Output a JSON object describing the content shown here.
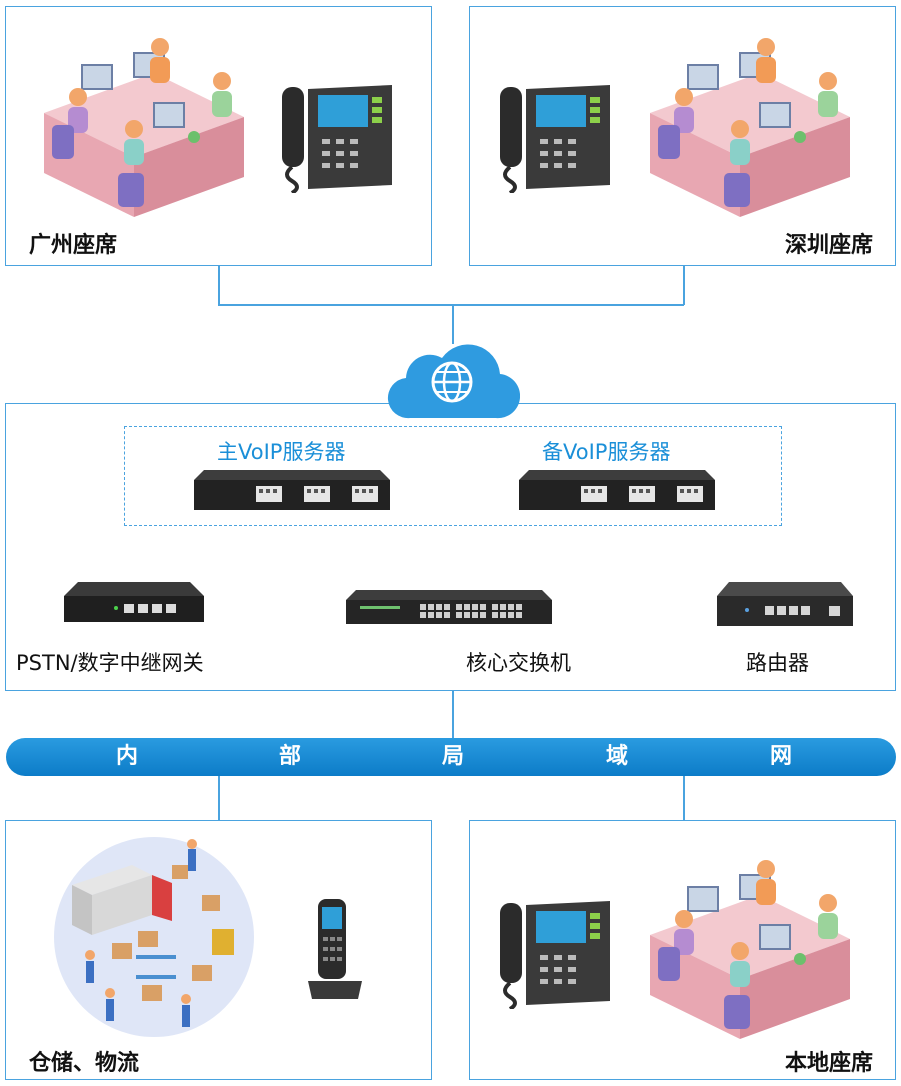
{
  "sites": {
    "guangzhou": "广州座席",
    "shenzhen": "深圳座席",
    "warehouse": "仓储、物流",
    "local": "本地座席"
  },
  "servers": {
    "primary": "主VoIP服务器",
    "backup": "备VoIP服务器"
  },
  "devices": {
    "gateway": "PSTN/数字中继网关",
    "core_switch": "核心交换机",
    "router": "路由器"
  },
  "lan": {
    "chars": [
      "内",
      "部",
      "局",
      "域",
      "网"
    ]
  },
  "icons": {
    "cloud": "cloud-globe-icon",
    "phone": "ip-phone-icon",
    "handset": "dect-handset-icon"
  },
  "colors": {
    "accent": "#4aa3df",
    "lan_bar": "#1a8fd8",
    "server_label": "#1a8fd8"
  }
}
